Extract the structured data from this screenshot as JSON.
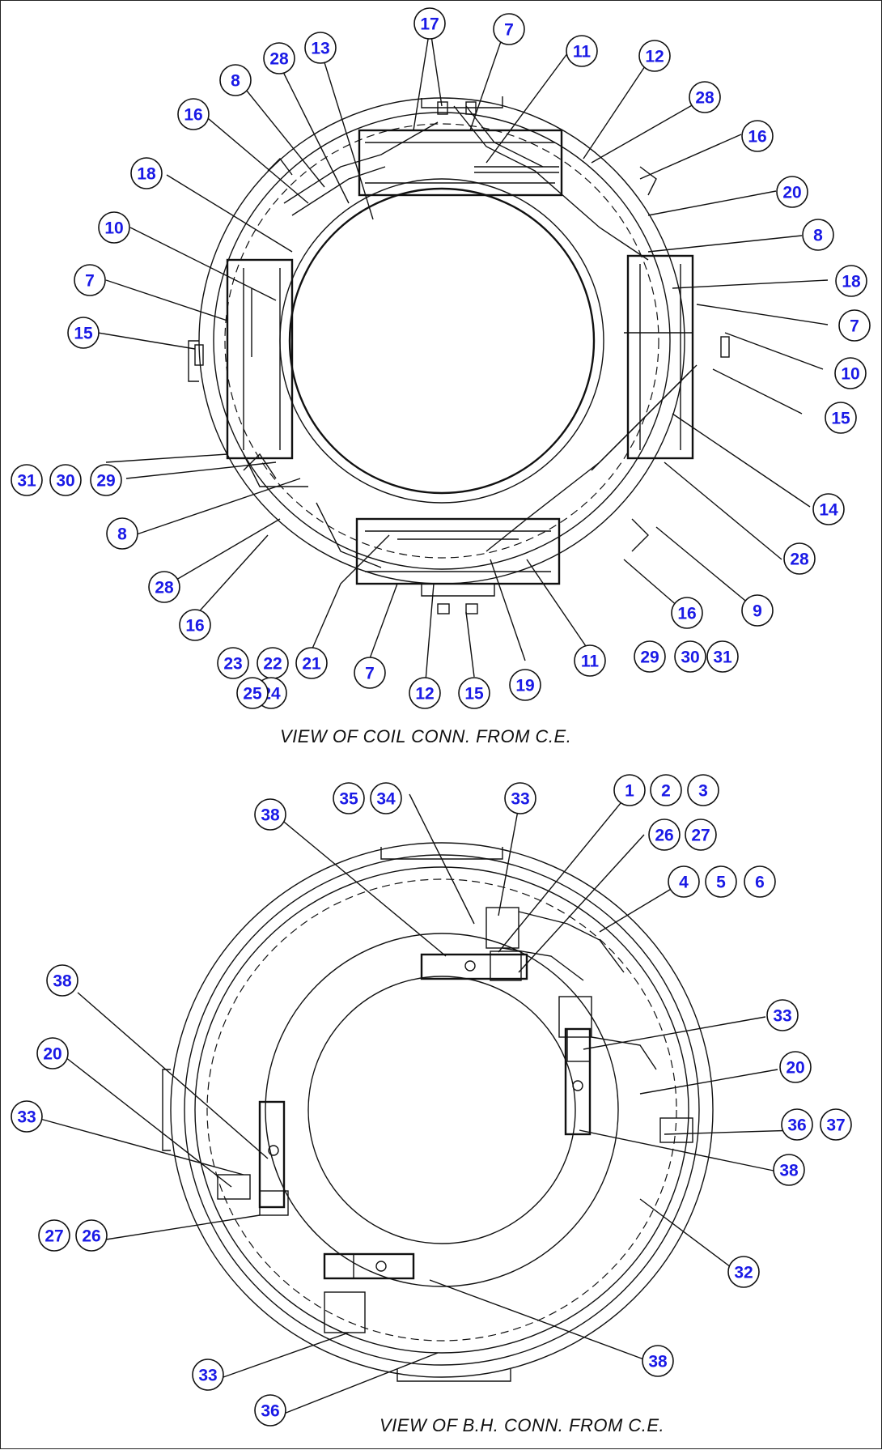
{
  "captions": {
    "top": "VIEW OF COIL CONN. FROM C.E.",
    "bottom": "VIEW OF B.H. CONN. FROM C.E."
  },
  "callouts_top": [
    "17",
    "7",
    "11",
    "12",
    "28",
    "16",
    "20",
    "8",
    "18",
    "7",
    "10",
    "15",
    "14",
    "28",
    "9",
    "16",
    "29",
    "30",
    "31",
    "11",
    "19",
    "15",
    "12",
    "7",
    "21",
    "22",
    "23",
    "24",
    "25",
    "16",
    "28",
    "8",
    "29",
    "30",
    "31",
    "15",
    "7",
    "10",
    "18",
    "16",
    "8",
    "28",
    "13"
  ],
  "callouts_bottom": [
    "35",
    "34",
    "33",
    "1",
    "2",
    "3",
    "26",
    "27",
    "4",
    "5",
    "6",
    "38",
    "38",
    "20",
    "33",
    "27",
    "26",
    "33",
    "20",
    "36",
    "37",
    "38",
    "32",
    "38",
    "33",
    "36"
  ],
  "colors": {
    "callout_text": "#1a1ae6",
    "line": "#111111"
  }
}
